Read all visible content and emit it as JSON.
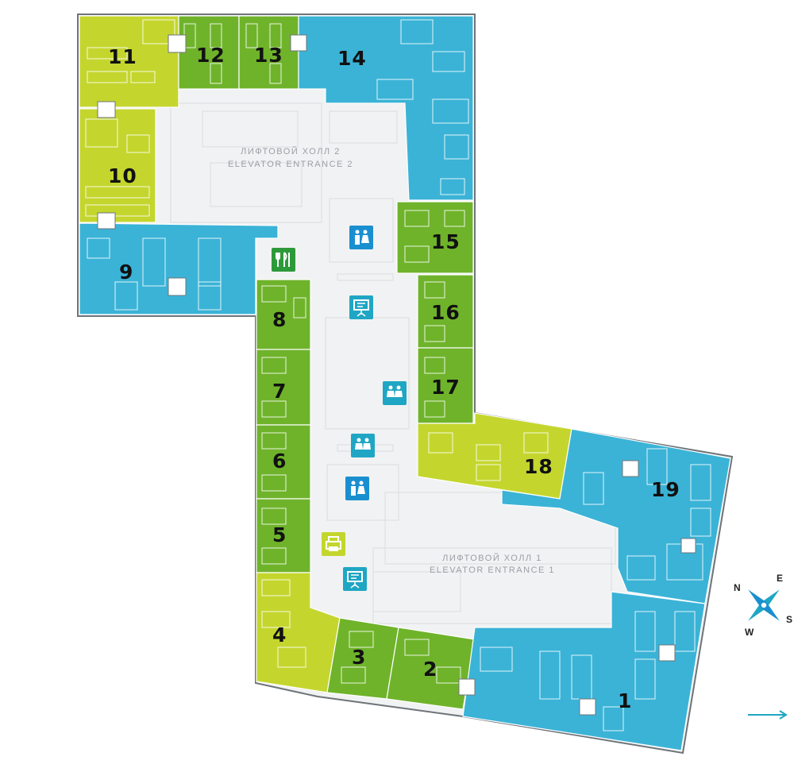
{
  "colors": {
    "blue": "#3bb3d7",
    "dark_green": "#6fb32b",
    "light_green": "#c4d62e",
    "icon_blue": "#1a8fd0",
    "icon_teal": "#1fa6c4",
    "icon_green": "#2d9a3a",
    "hall": "#f1f2f3"
  },
  "halls": {
    "hall2_ru": "ЛИФТОВОЙ ХОЛЛ 2",
    "hall2_en": "ELEVATOR ENTRANCE 2",
    "hall1_ru": "ЛИФТОВОЙ ХОЛЛ 1",
    "hall1_en": "ELEVATOR ENTRANCE 1"
  },
  "zones": [
    {
      "id": "1",
      "label": "1",
      "color": "blue"
    },
    {
      "id": "2",
      "label": "2",
      "color": "dark_green"
    },
    {
      "id": "3",
      "label": "3",
      "color": "dark_green"
    },
    {
      "id": "4",
      "label": "4",
      "color": "light_green"
    },
    {
      "id": "5",
      "label": "5",
      "color": "dark_green"
    },
    {
      "id": "6",
      "label": "6",
      "color": "dark_green"
    },
    {
      "id": "7",
      "label": "7",
      "color": "dark_green"
    },
    {
      "id": "8",
      "label": "8",
      "color": "dark_green"
    },
    {
      "id": "9",
      "label": "9",
      "color": "blue"
    },
    {
      "id": "10",
      "label": "10",
      "color": "light_green"
    },
    {
      "id": "11",
      "label": "11",
      "color": "light_green"
    },
    {
      "id": "12",
      "label": "12",
      "color": "dark_green"
    },
    {
      "id": "13",
      "label": "13",
      "color": "dark_green"
    },
    {
      "id": "14",
      "label": "14",
      "color": "blue"
    },
    {
      "id": "15",
      "label": "15",
      "color": "dark_green"
    },
    {
      "id": "16",
      "label": "16",
      "color": "dark_green"
    },
    {
      "id": "17",
      "label": "17",
      "color": "dark_green"
    },
    {
      "id": "18",
      "label": "18",
      "color": "light_green"
    },
    {
      "id": "19",
      "label": "19",
      "color": "blue"
    }
  ],
  "icons": [
    {
      "name": "restroom-icon",
      "color": "icon_blue"
    },
    {
      "name": "restaurant-icon",
      "color": "icon_green"
    },
    {
      "name": "meeting-room-icon",
      "color": "icon_teal"
    },
    {
      "name": "restroom-icon",
      "color": "icon_teal"
    },
    {
      "name": "restroom-icon",
      "color": "icon_teal"
    },
    {
      "name": "restroom-icon",
      "color": "icon_blue"
    },
    {
      "name": "printer-icon",
      "color": "light_green"
    },
    {
      "name": "meeting-room-icon",
      "color": "icon_teal"
    }
  ],
  "compass": {
    "n": "N",
    "e": "E",
    "s": "S",
    "w": "W"
  }
}
